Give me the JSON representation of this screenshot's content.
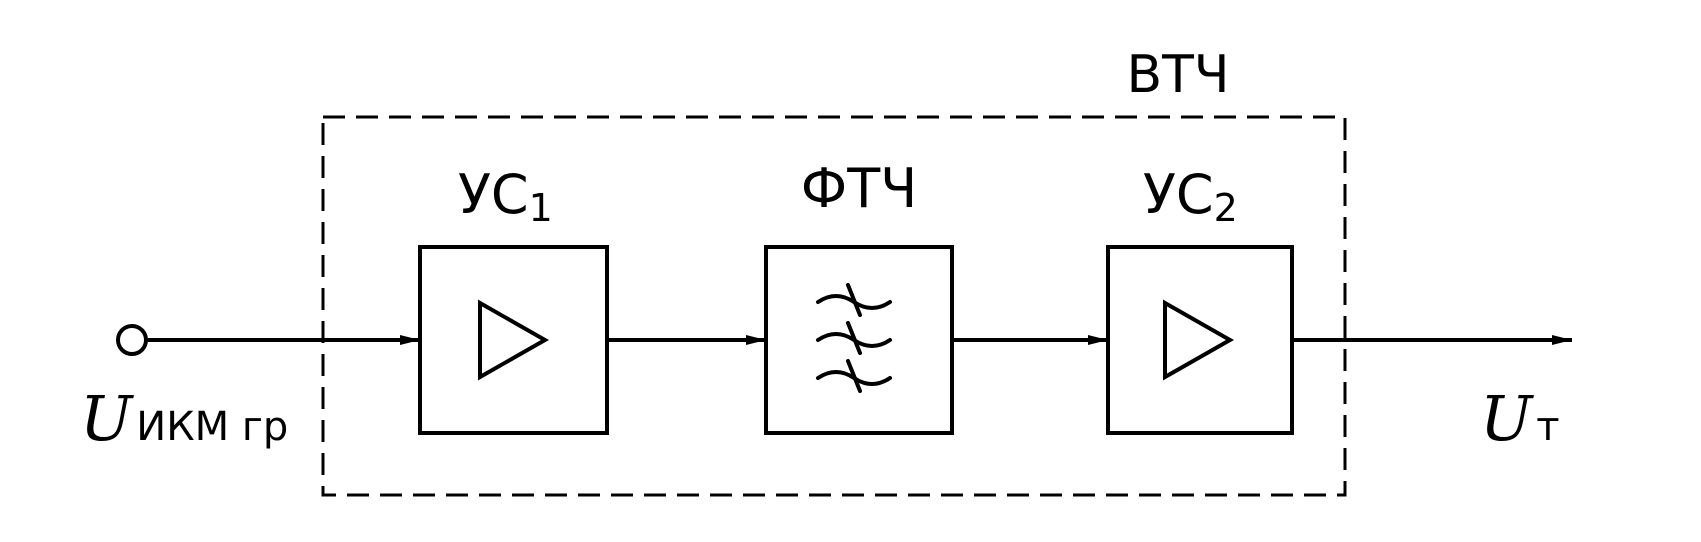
{
  "group": {
    "label": "ВТЧ"
  },
  "blocks": [
    {
      "name": "УС",
      "subscript": "1"
    },
    {
      "name": "ФТЧ",
      "subscript": ""
    },
    {
      "name": "УС",
      "subscript": "2"
    }
  ],
  "input": {
    "symbol": "U",
    "subscript": "ИКМ гр"
  },
  "output": {
    "symbol": "U",
    "subscript": "т"
  }
}
